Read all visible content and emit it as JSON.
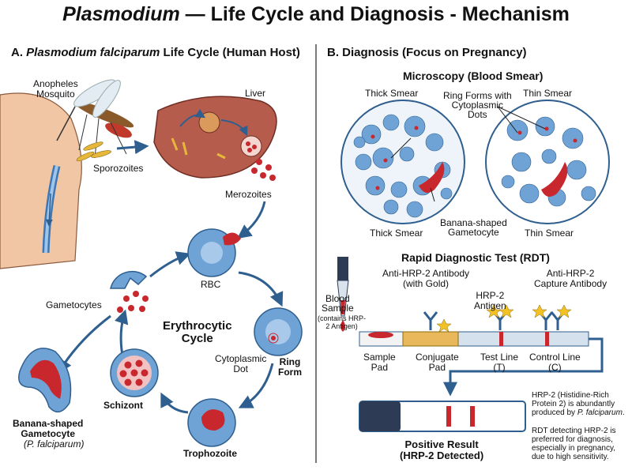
{
  "title": {
    "italic": "Plasmodium",
    "rest": " — Life Cycle and Diagnosis - Mechanism"
  },
  "section_a": {
    "prefix": "A. ",
    "italic": "Plasmodium falciparum",
    "suffix": " Life Cycle (Human Host)"
  },
  "section_b": {
    "label": "B. Diagnosis (Focus on Pregnancy)"
  },
  "life_cycle": {
    "mosquito": "Anopheles\nMosquito",
    "sporozoites": "Sporozoites",
    "liver": "Liver",
    "merozoites": "Merozoites",
    "rbc": "RBC",
    "ring_form": "Ring\nForm",
    "cytoplasmic_dot": "Cytoplasmic\nDot",
    "cycle_title": "Erythrocytic\nCycle",
    "trophozoite": "Trophozoite",
    "schizont": "Schizont",
    "gametocytes": "Gametocytes",
    "banana_gametocyte": "Banana-shaped\nGametocyte",
    "species": "(P. falciparum)"
  },
  "microscopy": {
    "title": "Microscopy (Blood Smear)",
    "thick_top": "Thick Smear",
    "thin_top": "Thin Smear",
    "ring_forms": "Ring Forms with\nCytoplasmic\nDots",
    "banana": "Banana-shaped\nGametocyte",
    "thick_bottom": "Thick Smear",
    "thin_bottom": "Thin Smear"
  },
  "rdt": {
    "title": "Rapid Diagnostic Test (RDT)",
    "blood_sample": "Blood\nSample",
    "blood_note": "(contains HRP-\n2 Antigen)",
    "gold_antibody": "Anti-HRP-2 Antibody\n(with Gold)",
    "hrp2_antigen": "HRP-2\nAntigen",
    "capture_antibody": "Anti-HRP-2\nCapture Antibody",
    "sample_pad": "Sample\nPad",
    "conjugate_pad": "Conjugate\nPad",
    "test_line": "Test Line\n(T)",
    "control_line": "Control Line\n(C)",
    "positive": "Positive Result\n(HRP-2 Detected)",
    "note1_a": "HRP-2 (Histidine-Rich\nProtein 2) is abundantly\nproduced by ",
    "note1_i": "P. falciparum",
    "note1_b": ".",
    "note2": "RDT detecting HRP-2 is\npreferred for diagnosis,\nespecially in pregnancy,\ndue to high sensitivity."
  },
  "colors": {
    "rbc": "#6fa3d6",
    "parasite": "#c8272e",
    "skin": "#f1c6a4",
    "liver": "#b65c4c",
    "pad": "#e8b85a",
    "strip": "#d5e2ee"
  }
}
